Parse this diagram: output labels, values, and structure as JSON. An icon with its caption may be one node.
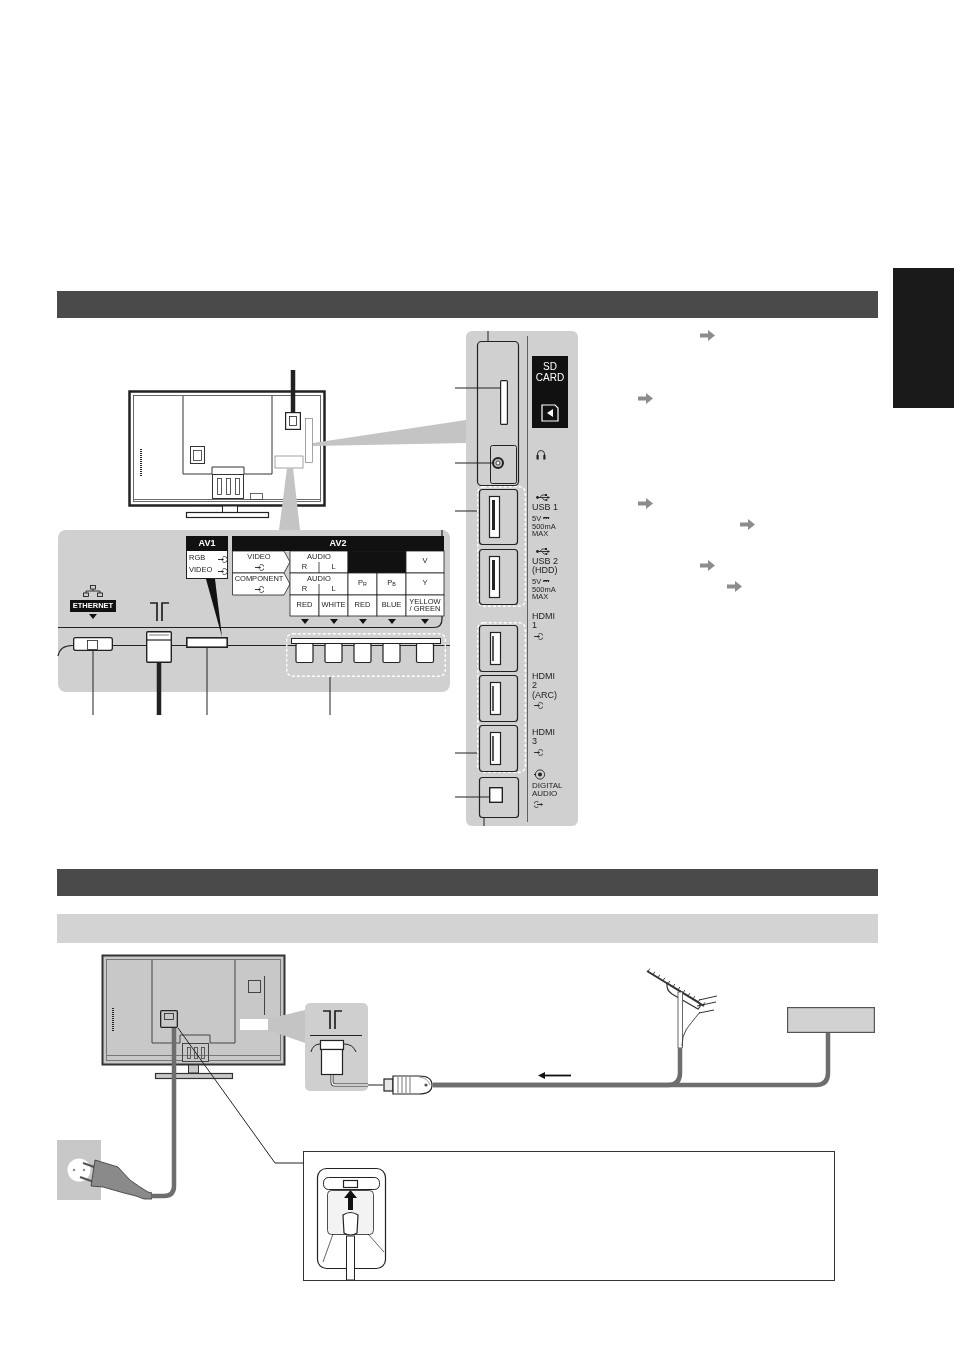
{
  "diagram": {
    "nodes": [
      {
        "text": [],
        "shape": "box"
      },
      {
        "text": [],
        "shape": "box"
      },
      {
        "text": [],
        "shape": "box"
      },
      {
        "text": [],
        "shape": "box"
      },
      {
        "text": [],
        "shape": "box"
      },
      {
        "text": [],
        "shape": "box"
      },
      {
        "text": [],
        "shape": "circle"
      },
      {
        "text": [],
        "shape": "box",
        "beside": [
          "USB 1",
          "5V ⎓ 500mA MAX",
          "USB 2 (HDD)",
          "5V ⎓ 500mA MAX"
        ]
      },
      {
        "text": [],
        "shape": "box",
        "beside": [
          "HDMI 1",
          "HDMI 2 (ARC)",
          "HDMI 3"
        ]
      },
      {
        "text": [],
        "shape": "box"
      },
      {
        "text": [],
        "shape": "box"
      },
      {
        "text": [],
        "shape": "picture"
      },
      {
        "text": [],
        "shape": "picture"
      },
      {
        "text": [],
        "shape": "picture"
      },
      {
        "text": [],
        "shape": "box"
      },
      {
        "text": [],
        "shape": "picture"
      },
      {
        "text": [],
        "shape": "box"
      },
      {
        "text": [],
        "shape": "box"
      },
      {
        "text": [],
        "shape": "wedge"
      },
      {
        "text": [],
        "shape": "wedge"
      },
      {
        "text": [],
        "shape": "wedge"
      }
    ],
    "edges": [
      {
        "from": null,
        "to": 0,
        "arrow": "none",
        "style": "thick"
      },
      {
        "from": null,
        "to": 1,
        "arrow": "none"
      },
      {
        "from": null,
        "to": 2,
        "arrow": "none",
        "style": "thick"
      },
      {
        "from": null,
        "to": 3,
        "arrow": "none"
      },
      {
        "from": null,
        "to": 4,
        "arrow": "none"
      },
      {
        "from": null,
        "to": 5,
        "arrow": "none"
      },
      {
        "from": null,
        "to": 6,
        "arrow": "none"
      },
      {
        "from": null,
        "to": 7,
        "arrow": "none"
      },
      {
        "from": null,
        "to": 8,
        "arrow": "none"
      },
      {
        "from": null,
        "to": 9,
        "arrow": "none"
      },
      {
        "from": 13,
        "to": 12,
        "arrow": "none",
        "style": "thick",
        "color": "#6e6e6e"
      },
      {
        "from": 14,
        "to": 12,
        "arrow": "none",
        "style": "thick",
        "color": "#6e6e6e"
      },
      {
        "from": 12,
        "to": 11,
        "arrow": "none"
      },
      {
        "from": 15,
        "to": 10,
        "arrow": "none",
        "style": "thick",
        "color": "#6e6e6e"
      },
      {
        "from": 16,
        "to": 10,
        "arrow": "none"
      }
    ],
    "labels": [
      "AV1",
      "RGB",
      "VIDEO",
      "AV2",
      "VIDEO",
      "AUDIO",
      "R",
      "L",
      "V",
      "COMPONENT",
      "AUDIO",
      "R",
      "L",
      "P$_{R}$",
      "P$_{B}$",
      "Y",
      "RED",
      "WHITE",
      "RED",
      "BLUE",
      "YELLOW / GREEN",
      "ETHERNET",
      "SD CARD",
      "DIGITAL AUDIO"
    ]
  }
}
